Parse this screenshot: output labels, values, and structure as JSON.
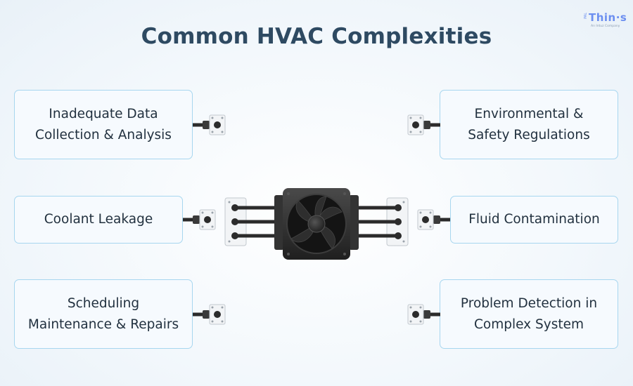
{
  "title": "Common HVAC Complexities",
  "logo": {
    "wordmark": "Thin·s",
    "vertical": "PAL",
    "tagline": "An Intuz Company"
  },
  "items": {
    "top_left": {
      "line1": "Inadequate Data",
      "line2": "Collection & Analysis"
    },
    "mid_left": {
      "line1": "Coolant Leakage"
    },
    "bot_left": {
      "line1": "Scheduling",
      "line2": "Maintenance & Repairs"
    },
    "top_right": {
      "line1": "Environmental &",
      "line2": "Safety Regulations"
    },
    "mid_right": {
      "line1": "Fluid Contamination"
    },
    "bot_right": {
      "line1": "Problem Detection in",
      "line2": "Complex System"
    }
  },
  "colors": {
    "title": "#2e4a62",
    "box_border": "#a7d6ef",
    "box_fill": "#f6fafe",
    "text": "#22313f",
    "device": "#2b2b2b"
  }
}
